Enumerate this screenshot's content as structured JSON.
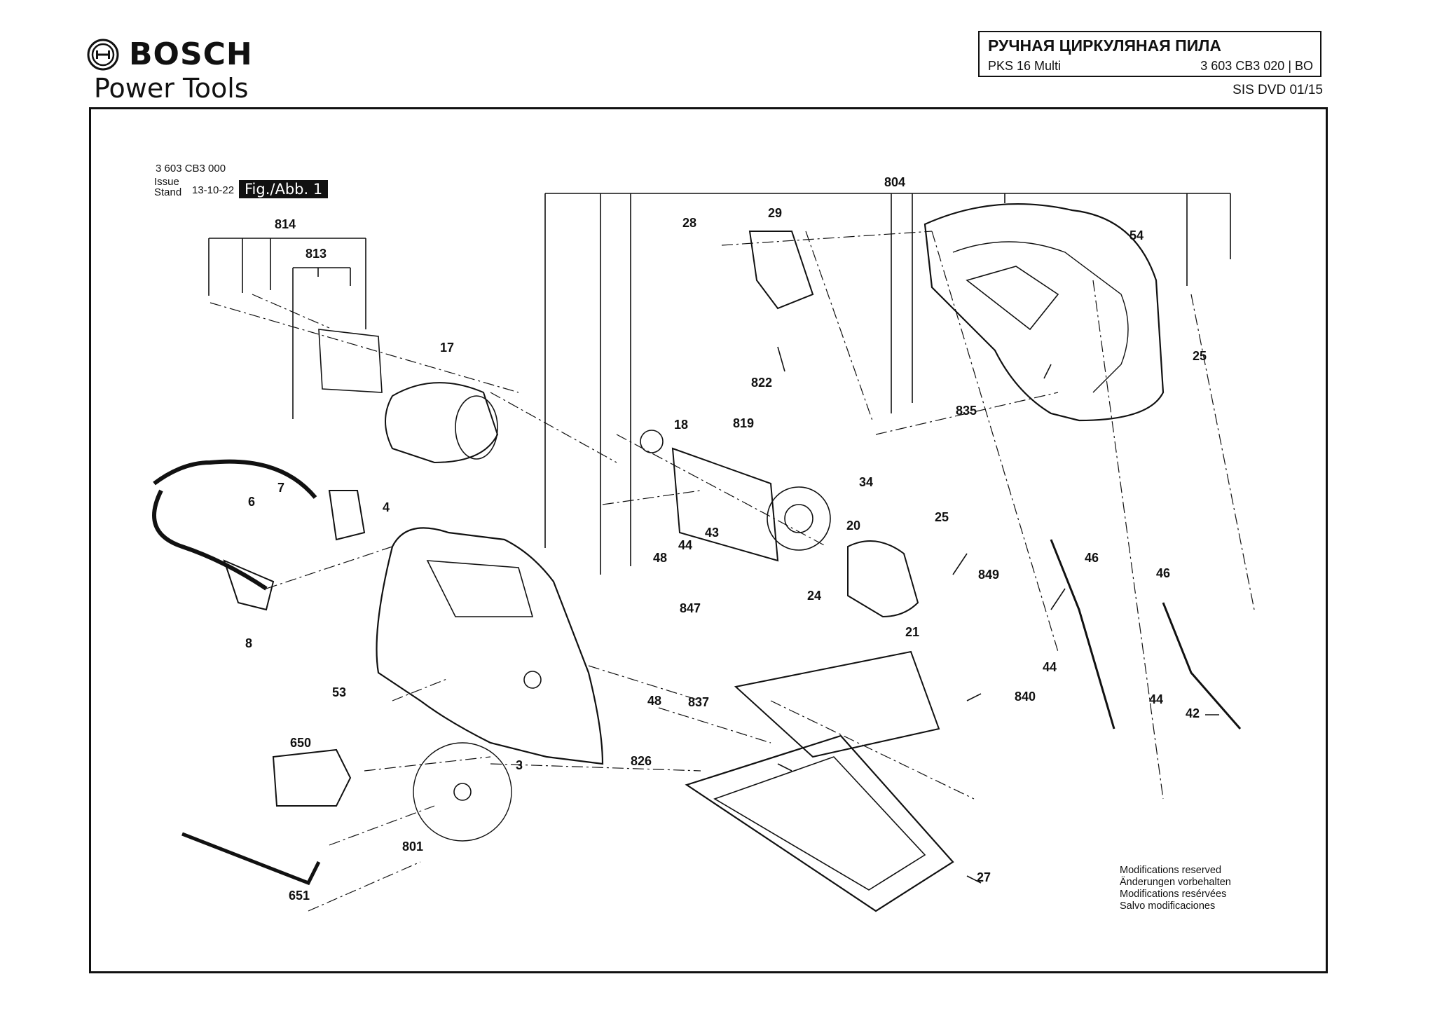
{
  "header": {
    "brand": "BOSCH",
    "subbrand": "Power Tools",
    "title": "РУЧНАЯ ЦИРКУЛЯНАЯ ПИЛА",
    "model": "PKS 16 Multi",
    "part_number": "3 603 CB3 020 | BO",
    "source": "SIS DVD 01/15"
  },
  "meta": {
    "drawing_number": "3 603 CB3 000",
    "issue_label": "Issue",
    "stand_label": "Stand",
    "date": "13-10-22",
    "figure": "Fig./Abb. 1"
  },
  "part_labels": [
    "804",
    "814",
    "813",
    "28",
    "29",
    "54",
    "17",
    "25",
    "822",
    "18",
    "819",
    "835",
    "34",
    "7",
    "6",
    "4",
    "20",
    "25",
    "849",
    "48",
    "44",
    "43",
    "46",
    "46",
    "24",
    "847",
    "21",
    "44",
    "44",
    "53",
    "48",
    "837",
    "840",
    "42",
    "650",
    "3",
    "826",
    "801",
    "27",
    "651",
    "8"
  ],
  "notes": [
    "Modifications reserved",
    "Änderungen vorbehalten",
    "Modifications resérvées",
    "Salvo modificaciones"
  ],
  "colors": {
    "ink": "#111111",
    "paper": "#ffffff",
    "shading": "#9a9a9a"
  }
}
